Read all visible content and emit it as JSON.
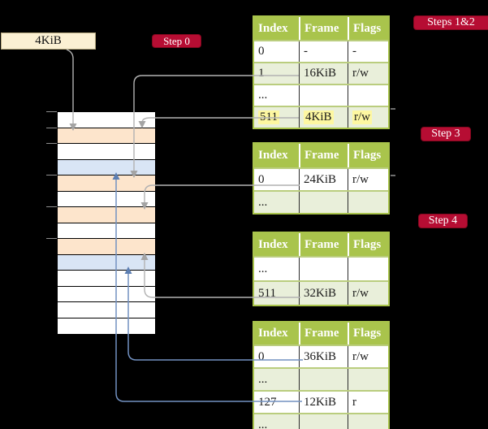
{
  "colors": {
    "background": "#000000",
    "table_header_green": "#a9c44c",
    "table_row_tint": "#e9efda",
    "memory_page_table": "#fde5cc",
    "memory_mapped_page": "#d9e5f5",
    "memory_empty": "#ffffff",
    "badge_red": "#b60d33",
    "frame_label_bg": "#fbf0d3",
    "highlight_yellow": "#fdf7a1",
    "arrow_gray": "#b2b2b2",
    "arrow_blue": "#7291c1"
  },
  "frame_label_box": {
    "label": "4KiB"
  },
  "badges": {
    "step0": "Step 0",
    "steps12": "Steps 1&2",
    "step3": "Step 3",
    "step4": "Step 4"
  },
  "tables": [
    {
      "name": "page-table-level-4",
      "columns": [
        "Index",
        "Frame",
        "Flags"
      ],
      "rows": [
        {
          "cells": [
            "0",
            "-",
            "-"
          ],
          "highlight": false
        },
        {
          "cells": [
            "1",
            "16KiB",
            "r/w"
          ],
          "highlight": false
        },
        {
          "cells": [
            "...",
            "",
            ""
          ],
          "highlight": false
        },
        {
          "cells": [
            "511",
            "4KiB",
            "r/w"
          ],
          "highlight": true
        }
      ]
    },
    {
      "name": "page-table-level-3",
      "columns": [
        "Index",
        "Frame",
        "Flags"
      ],
      "rows": [
        {
          "cells": [
            "0",
            "24KiB",
            "r/w"
          ],
          "highlight": false
        },
        {
          "cells": [
            "...",
            "",
            ""
          ],
          "highlight": false
        }
      ]
    },
    {
      "name": "page-table-level-2",
      "columns": [
        "Index",
        "Frame",
        "Flags"
      ],
      "rows": [
        {
          "cells": [
            "...",
            "",
            ""
          ],
          "highlight": false
        },
        {
          "cells": [
            "511",
            "32KiB",
            "r/w"
          ],
          "highlight": false
        }
      ]
    },
    {
      "name": "page-table-level-1",
      "columns": [
        "Index",
        "Frame",
        "Flags"
      ],
      "rows": [
        {
          "cells": [
            "0",
            "36KiB",
            "r/w"
          ],
          "highlight": false
        },
        {
          "cells": [
            "...",
            "",
            ""
          ],
          "highlight": false
        },
        {
          "cells": [
            "127",
            "12KiB",
            "r"
          ],
          "highlight": false
        },
        {
          "cells": [
            "...",
            "",
            ""
          ],
          "highlight": false
        }
      ]
    }
  ],
  "memory": {
    "rows": [
      {
        "kind": "empty"
      },
      {
        "kind": "page-table"
      },
      {
        "kind": "empty"
      },
      {
        "kind": "mapped-page"
      },
      {
        "kind": "page-table"
      },
      {
        "kind": "empty"
      },
      {
        "kind": "page-table"
      },
      {
        "kind": "empty"
      },
      {
        "kind": "page-table"
      },
      {
        "kind": "mapped-page"
      },
      {
        "kind": "empty"
      },
      {
        "kind": "empty"
      },
      {
        "kind": "empty"
      },
      {
        "kind": "empty"
      }
    ]
  }
}
